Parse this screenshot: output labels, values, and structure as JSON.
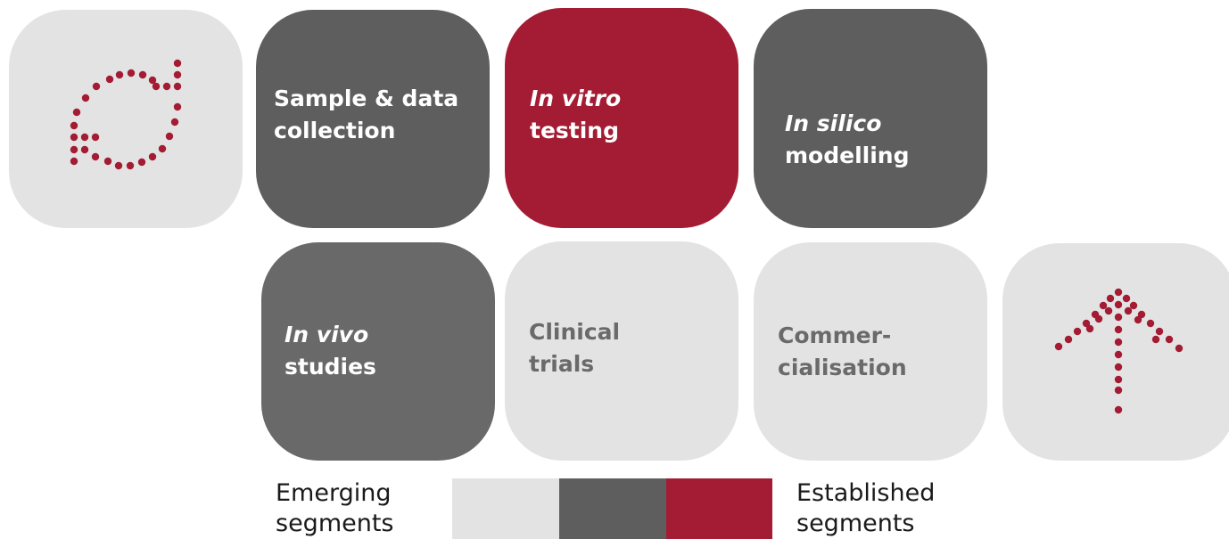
{
  "colors": {
    "light": "#e3e3e3",
    "dark": "#5e5e5e",
    "red": "#a31c33",
    "light_text": "#6a6a6a"
  },
  "tiles": [
    {
      "icon": "cycle-dots-icon"
    },
    {
      "line1": "Sample & data",
      "line2": "collection"
    },
    {
      "line1": "In vitro",
      "line2": "testing"
    },
    {
      "line1": "In silico",
      "line2": "modelling"
    },
    {
      "line1": "In vivo",
      "line2": "studies"
    },
    {
      "line1": "Clinical",
      "line2": "trials"
    },
    {
      "line1": "Commer-",
      "line2": "cialisation"
    },
    {
      "icon": "arrow-up-dots-icon"
    }
  ],
  "legend": {
    "left_line1": "Emerging",
    "left_line2": "segments",
    "right_line1": "Established",
    "right_line2": "segments",
    "swatches": [
      "#e3e3e3",
      "#5e5e5e",
      "#a31c33"
    ]
  }
}
